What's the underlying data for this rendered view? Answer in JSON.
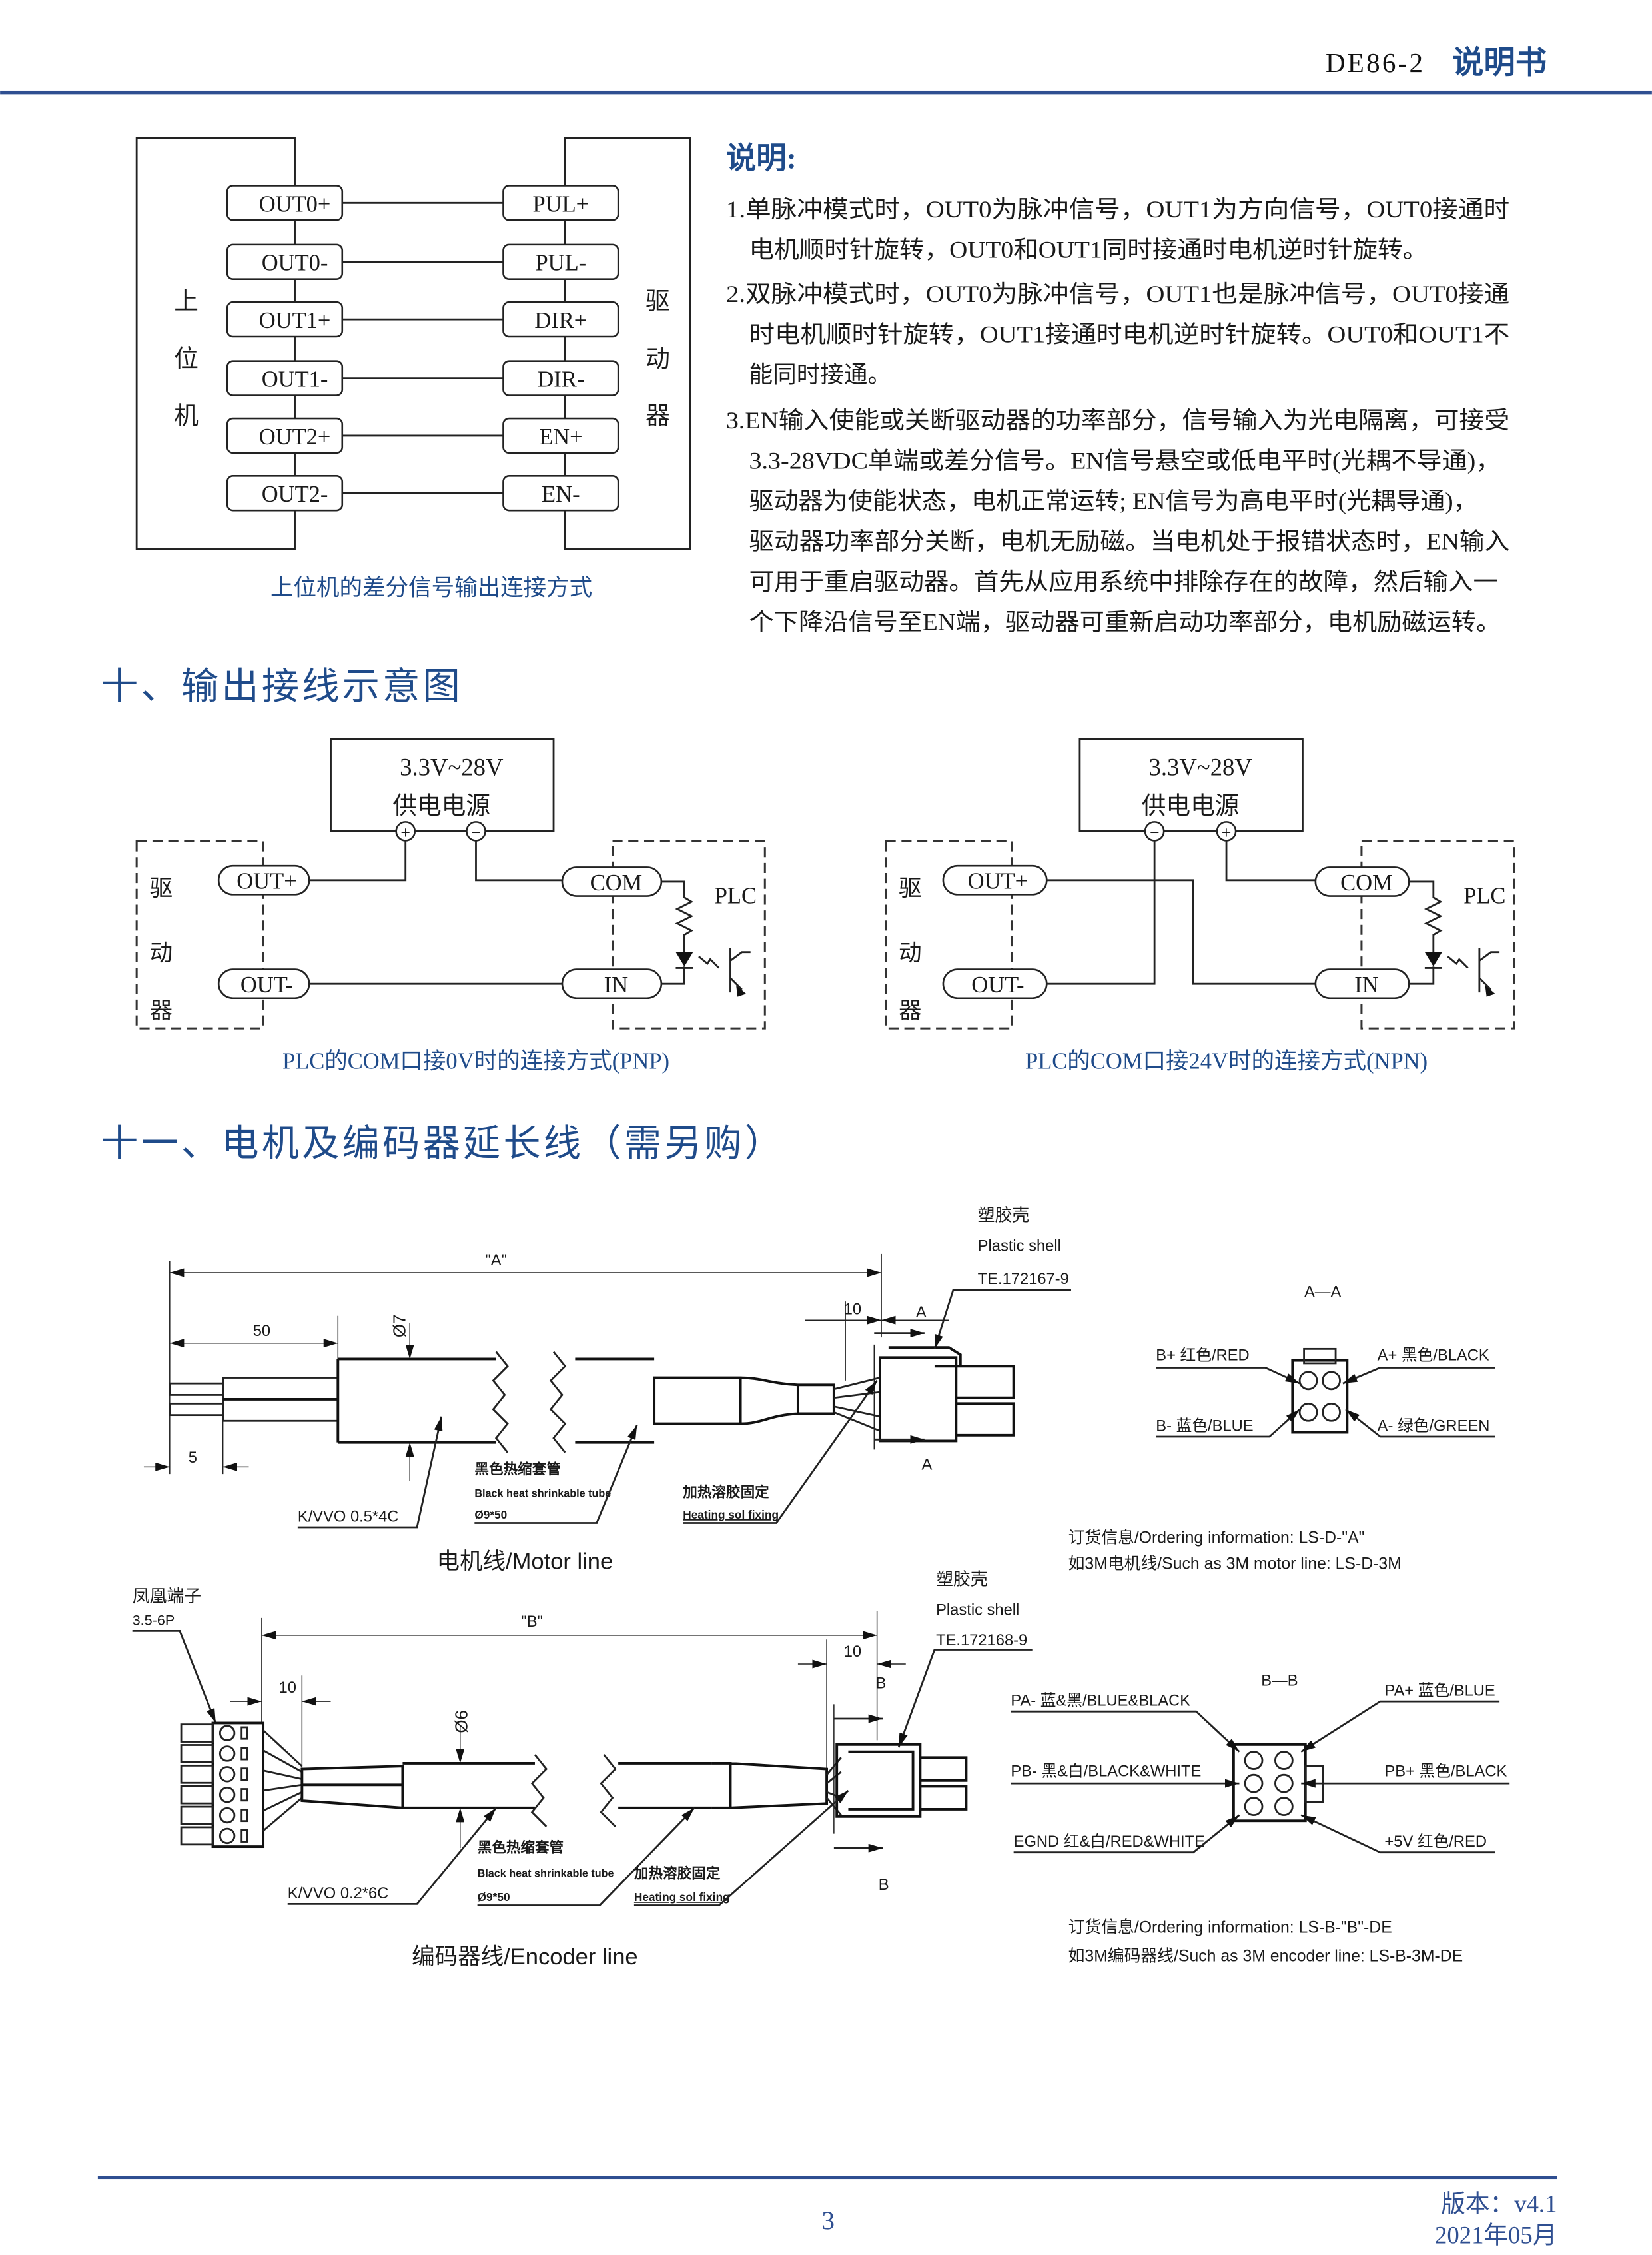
{
  "header": {
    "model": "DE86-2",
    "title": "说明书"
  },
  "diff_diagram": {
    "left_label": [
      "上",
      "位",
      "机"
    ],
    "right_label": [
      "驱",
      "动",
      "器"
    ],
    "outputs": [
      "OUT0+",
      "OUT0-",
      "OUT1+",
      "OUT1-",
      "OUT2+",
      "OUT2-"
    ],
    "inputs": [
      "PUL+",
      "PUL-",
      "DIR+",
      "DIR-",
      "EN+",
      "EN-"
    ],
    "caption": "上位机的差分信号输出连接方式"
  },
  "notes": {
    "title": "说明:",
    "lines": [
      "1.单脉冲模式时，OUT0为脉冲信号，OUT1为方向信号，OUT0接通时",
      "电机顺时针旋转，OUT0和OUT1同时接通时电机逆时针旋转。",
      "2.双脉冲模式时，OUT0为脉冲信号，OUT1也是脉冲信号，OUT0接通",
      "时电机顺时针旋转，OUT1接通时电机逆时针旋转。OUT0和OUT1不",
      "能同时接通。",
      "3.EN输入使能或关断驱动器的功率部分，信号输入为光电隔离，可接受",
      "3.3-28VDC单端或差分信号。EN信号悬空或低电平时(光耦不导通)，",
      "驱动器为使能状态，电机正常运转; EN信号为高电平时(光耦导通)，",
      "驱动器功率部分关断，电机无励磁。当电机处于报错状态时，EN输入",
      "可用于重启驱动器。首先从应用系统中排除存在的故障，然后输入一",
      "个下降沿信号至EN端，驱动器可重新启动功率部分，电机励磁运转。"
    ]
  },
  "section10": {
    "title": "十、输出接线示意图"
  },
  "pnp": {
    "supply_voltage": "3.3V~28V",
    "supply_label": "供电电源",
    "plus": "+",
    "minus": "−",
    "driver_label": [
      "驱",
      "动",
      "器"
    ],
    "out_plus": "OUT+",
    "out_minus": "OUT-",
    "com": "COM",
    "in": "IN",
    "plc": "PLC",
    "caption": "PLC的COM口接0V时的连接方式(PNP)"
  },
  "npn": {
    "supply_voltage": "3.3V~28V",
    "supply_label": "供电电源",
    "plus": "+",
    "minus": "−",
    "driver_label": [
      "驱",
      "动",
      "器"
    ],
    "out_plus": "OUT+",
    "out_minus": "OUT-",
    "com": "COM",
    "in": "IN",
    "plc": "PLC",
    "caption": "PLC的COM口接24V时的连接方式(NPN)"
  },
  "section11": {
    "title": "十一、电机及编码器延长线（需另购）"
  },
  "motor_line": {
    "dim_total": "\"A\"",
    "dim_50": "50",
    "dim_5": "5",
    "dim_dia": "Ø7",
    "dim_10": "10",
    "section_mark": "A",
    "shell_cn": "塑胶壳",
    "shell_en": "Plastic shell",
    "shell_part": "TE.172167-9",
    "cable_spec": "K/VVO 0.5*4C",
    "tube_cn": "黑色热缩套管",
    "tube_en": "Black heat shrinkable tube",
    "tube_size": "Ø9*50",
    "glue_cn": "加热溶胶固定",
    "glue_en": "Heating sol fixing",
    "title": "电机线/Motor line",
    "section_title": "A—A",
    "pins": {
      "b_plus": "B+ 红色/RED",
      "a_plus": "A+ 黑色/BLACK",
      "b_minus": "B- 蓝色/BLUE",
      "a_minus": "A- 绿色/GREEN"
    },
    "ordering": "订货信息/Ordering information: LS-D-\"A\"",
    "example": "如3M电机线/Such as 3M motor line: LS-D-3M"
  },
  "encoder_line": {
    "terminal_cn": "凤凰端子",
    "terminal_spec": "3.5-6P",
    "dim_total": "\"B\"",
    "dim_10_left": "10",
    "dim_10_right": "10",
    "dim_dia": "Ø6",
    "section_mark": "B",
    "shell_cn": "塑胶壳",
    "shell_en": "Plastic shell",
    "shell_part": "TE.172168-9",
    "cable_spec": "K/VVO 0.2*6C",
    "tube_cn": "黑色热缩套管",
    "tube_en": "Black heat shrinkable tube",
    "tube_size": "Ø9*50",
    "glue_cn": "加热溶胶固定",
    "glue_en": "Heating sol fixing",
    "title": "编码器线/Encoder line",
    "section_title": "B—B",
    "pins": {
      "pa_minus": "PA- 蓝&黑/BLUE&BLACK",
      "pb_minus": "PB- 黑&白/BLACK&WHITE",
      "egnd": "EGND 红&白/RED&WHITE",
      "pa_plus": "PA+ 蓝色/BLUE",
      "pb_plus": "PB+ 黑色/BLACK",
      "v5": "+5V 红色/RED"
    },
    "ordering": "订货信息/Ordering information: LS-B-\"B\"-DE",
    "example": "如3M编码器线/Such as 3M encoder line: LS-B-3M-DE"
  },
  "footer": {
    "page": "3",
    "version": "版本：v4.1",
    "date": "2021年05月"
  },
  "colors": {
    "accent": "#1f4b8a",
    "rule": "#2f4f91"
  }
}
